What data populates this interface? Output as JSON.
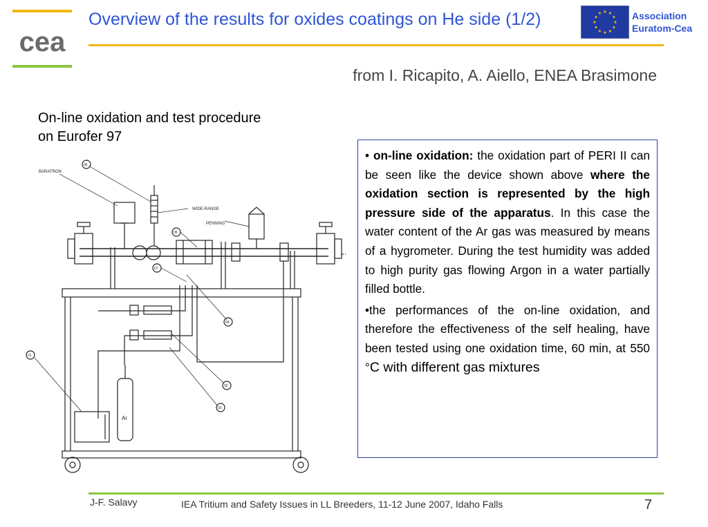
{
  "header": {
    "title": "Overview of the results for oxides coatings on He side (1/2)",
    "association_line1": "Association",
    "association_line2": "Euratom-Cea",
    "brand_text": "cea"
  },
  "subtitle": "from I. Ricapito, A. Aiello, ENEA Brasimone",
  "diagram": {
    "caption_line1": "On-line oxidation and test procedure",
    "caption_line2": "on Eurofer 97",
    "labels": {
      "baratron": "BARATRON",
      "wide_range": "WIDE-RANGE",
      "penning": "PENNING",
      "ar": "Ar",
      "c06": "06",
      "c05": "05",
      "c07": "07",
      "c04": "04",
      "c01": "01",
      "c02": "02",
      "c03": "03"
    }
  },
  "textbox": {
    "p1_bullet": "• ",
    "p1_bold1": "on-line oxidation:",
    "p1_text1": " the oxidation part of PERI II can be seen like the device shown above ",
    "p1_bold2": "where the oxidation section is represented by the high pressure side of the apparatus",
    "p1_text2": ". In this case the water content of the Ar gas was measured by means of a hygrometer. During the test humidity was added to high purity gas flowing Argon in a water partially filled bottle.",
    "p2_text1": "•the performances of the on-line oxidation, and therefore the effectiveness of the self healing, have been tested using one oxidation time, 60 min, at 550 °",
    "p2_text2": "C with different gas mixtures"
  },
  "footer": {
    "author": "J-F. Salavy",
    "conference": "IEA Tritium and Safety Issues in LL Breeders, 11-12 June 2007, Idaho Falls",
    "page": "7"
  },
  "colors": {
    "title_blue": "#2f55d4",
    "accent_yellow": "#f2b705",
    "accent_green": "#8cc63f",
    "eu_blue": "#1f3aa0",
    "eu_star": "#ffd200"
  }
}
